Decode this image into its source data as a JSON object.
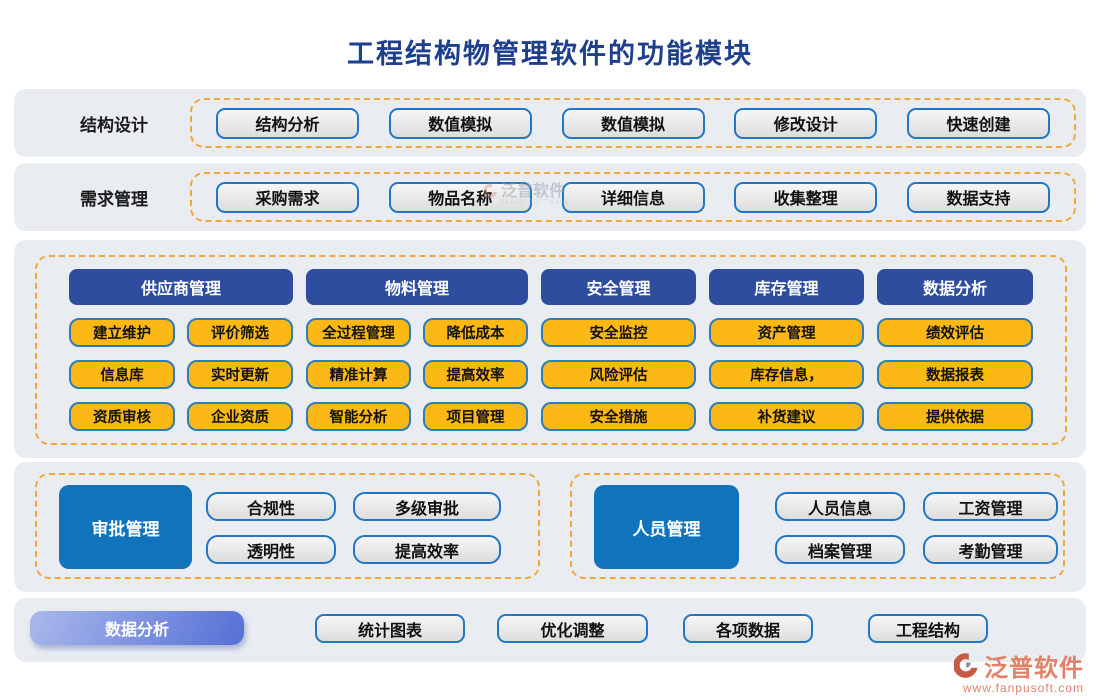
{
  "title": "工程结构物管理软件的功能模块",
  "rows": [
    {
      "label": "结构设计",
      "buttons": [
        "结构分析",
        "数值模拟",
        "数值模拟",
        "修改设计",
        "快速创建"
      ]
    },
    {
      "label": "需求管理",
      "buttons": [
        "采购需求",
        "物品名称",
        "详细信息",
        "收集整理",
        "数据支持"
      ]
    }
  ],
  "matrix": {
    "groups": [
      {
        "header": "供应商管理",
        "rows": [
          [
            "建立维护",
            "评价筛选"
          ],
          [
            "信息库",
            "实时更新"
          ],
          [
            "资质审核",
            "企业资质"
          ]
        ]
      },
      {
        "header": "物料管理",
        "rows": [
          [
            "全过程管理",
            "降低成本"
          ],
          [
            "精准计算",
            "提高效率"
          ],
          [
            "智能分析",
            "项目管理"
          ]
        ]
      },
      {
        "header": "安全管理",
        "rows": [
          [
            "安全监控"
          ],
          [
            "风险评估"
          ],
          [
            "安全措施"
          ]
        ]
      },
      {
        "header": "库存管理",
        "rows": [
          [
            "资产管理"
          ],
          [
            "库存信息，"
          ],
          [
            "补货建议"
          ]
        ]
      },
      {
        "header": "数据分析",
        "rows": [
          [
            "绩效评估"
          ],
          [
            "数据报表"
          ],
          [
            "提供依据"
          ]
        ]
      }
    ]
  },
  "panels": [
    {
      "header": "审批管理",
      "buttons": [
        "合规性",
        "多级审批",
        "透明性",
        "提高效率"
      ]
    },
    {
      "header": "人员管理",
      "buttons": [
        "人员信息",
        "工资管理",
        "档案管理",
        "考勤管理"
      ]
    }
  ],
  "bottom": {
    "label": "数据分析",
    "buttons": [
      "统计图表",
      "优化调整",
      "各项数据",
      "工程结构"
    ]
  },
  "watermark": {
    "name": "泛普软件",
    "sub": "FANPU SOFTWARE"
  },
  "logo": {
    "name": "泛普软件",
    "url": "www.fanpusoft.com"
  },
  "colors": {
    "header_blue": "#2e4d9e",
    "panel_blue": "#1273bd",
    "yellow": "#fcb814",
    "dashed_orange": "#f3a73a",
    "button_border_blue": "#2176c7",
    "band_gray": "#e9edf2",
    "title_navy": "#1e3e8e",
    "logo_salmon": "#e2806a"
  }
}
